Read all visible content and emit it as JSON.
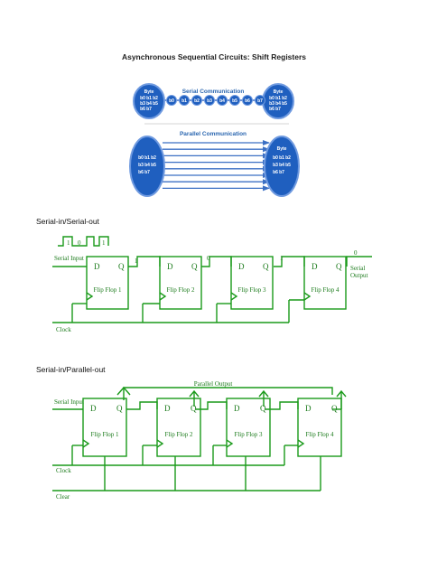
{
  "document": {
    "title": "Asynchronous Sequential Circuits: Shift Registers",
    "section_serial": "Serial-in/Serial-out",
    "section_parallel": "Serial-in/Parallel-out"
  },
  "comm_figure": {
    "serial_label": "Serial Communication",
    "parallel_label": "Parallel Communication",
    "byte_label": "Byte",
    "bits": [
      "b0",
      "b1",
      "b2",
      "b3",
      "b4",
      "b5",
      "b6",
      "b7"
    ],
    "serial_seq": [
      "b0",
      "b1",
      "b2",
      "b3",
      "b4",
      "b5",
      "b6",
      "b7"
    ],
    "accent_blue": "#1f5fbf"
  },
  "siso": {
    "waveform_bits": [
      "1",
      "0",
      "1"
    ],
    "serial_input_label": "Serial Input",
    "clock_label": "Clock",
    "serial_output_label_1": "Serial",
    "serial_output_label_2": "Output",
    "ff_labels": [
      "Flip Flop 1",
      "Flip Flop 2",
      "Flip Flop 3",
      "Flip Flop 4"
    ],
    "d_label": "D",
    "q_label": "Q",
    "q_values": [
      "1",
      "0",
      "1",
      "0"
    ],
    "wire_color": "#1a9a1a"
  },
  "sipo": {
    "parallel_output_label": "Parallel Output",
    "serial_input_label": "Serial Input",
    "clock_label": "Clock",
    "clear_label": "Clear",
    "ff_labels": [
      "Flip Flop 1",
      "Flip Flop 2",
      "Flip Flop 3",
      "Flip Flop 4"
    ],
    "d_label": "D",
    "q_label": "Q"
  }
}
